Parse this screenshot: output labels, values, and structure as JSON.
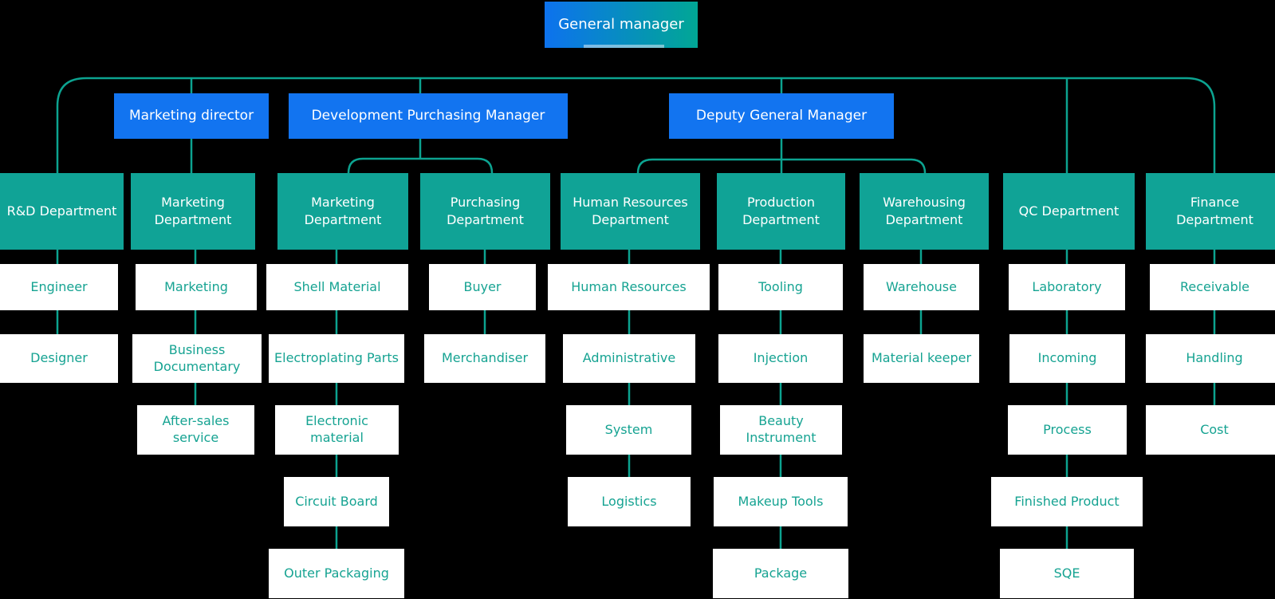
{
  "colors": {
    "accent_blue": "#1274F0",
    "accent_teal": "#10A396",
    "line": "#0CA390",
    "child_text": "#16A392",
    "gradient_left": "#0D72EE",
    "gradient_right": "#01A795",
    "background": "#000000"
  },
  "root": {
    "label": "General manager"
  },
  "managers": [
    {
      "label": "Marketing director"
    },
    {
      "label": "Development Purchasing Manager"
    },
    {
      "label": "Deputy General Manager"
    }
  ],
  "departments": [
    {
      "label": "R&D Department",
      "children": [
        "Engineer",
        "Designer"
      ]
    },
    {
      "label": "Marketing Department",
      "children": [
        "Marketing",
        "Business Documentary",
        "After-sales service"
      ]
    },
    {
      "label": "Marketing Department",
      "children": [
        "Shell Material",
        "Electroplating Parts",
        "Electronic material",
        "Circuit Board",
        "Outer Packaging"
      ]
    },
    {
      "label": "Purchasing Department",
      "children": [
        "Buyer",
        "Merchandiser"
      ]
    },
    {
      "label": "Human Resources Department",
      "children": [
        "Human Resources",
        "Administrative",
        "System",
        "Logistics"
      ]
    },
    {
      "label": "Production Department",
      "children": [
        "Tooling",
        "Injection",
        "Beauty Instrument",
        "Makeup Tools",
        "Package"
      ]
    },
    {
      "label": "Warehousing Department",
      "children": [
        "Warehouse",
        "Material keeper"
      ]
    },
    {
      "label": "QC Department",
      "children": [
        "Laboratory",
        "Incoming",
        "Process",
        "Finished Product",
        "SQE"
      ]
    },
    {
      "label": "Finance Department",
      "children": [
        "Receivable",
        "Handling",
        "Cost"
      ]
    }
  ]
}
